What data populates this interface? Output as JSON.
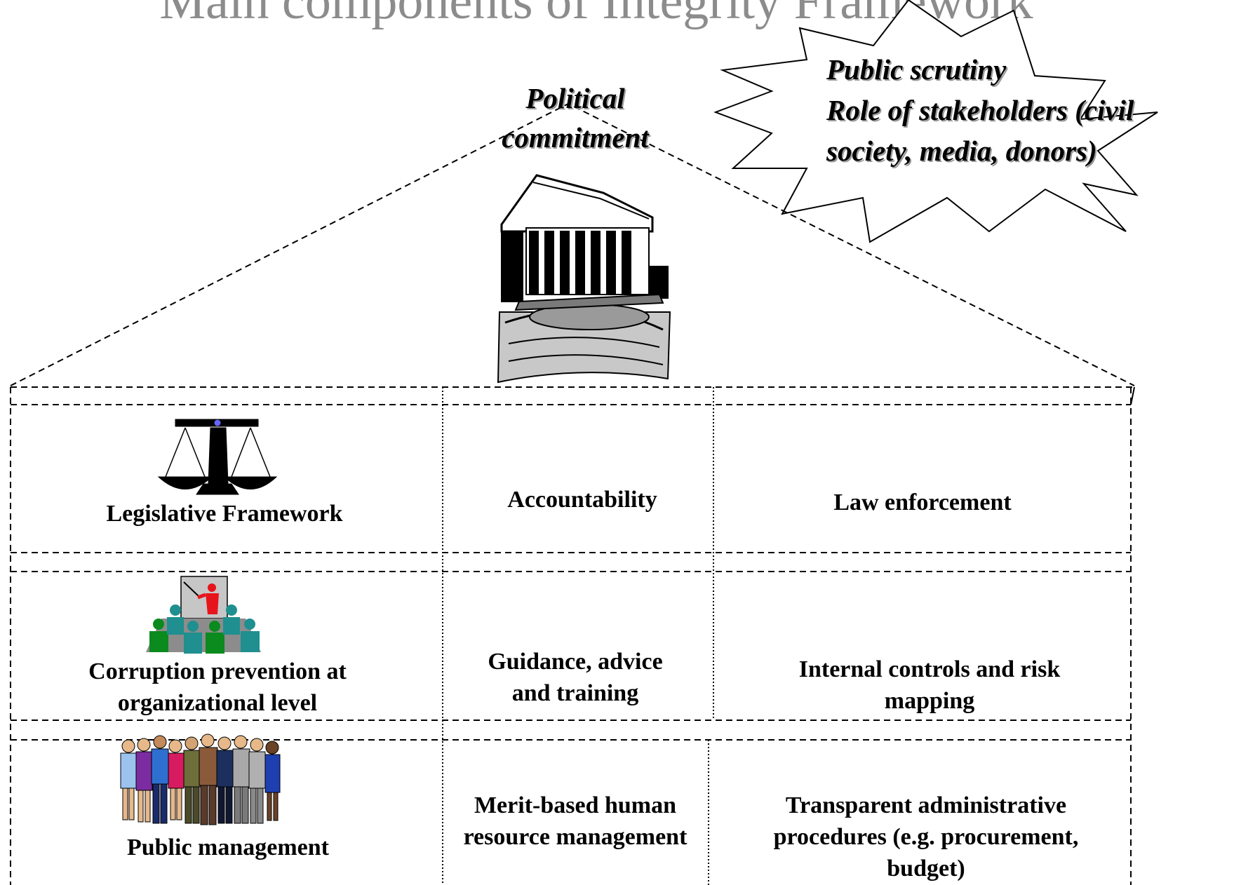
{
  "title": "Main components of Integrity Framework",
  "roof_label": "Political commitment",
  "burst": {
    "lines": [
      "Public scrutiny",
      "Role of stakeholders (civil",
      "society, media, donors)"
    ]
  },
  "rows": [
    {
      "icon": "scales-of-justice-icon",
      "cells": [
        "Legislative Framework",
        "Accountability",
        "Law enforcement"
      ]
    },
    {
      "icon": "training-presentation-icon",
      "cells": [
        "Corruption prevention at organizational level",
        "Guidance, advice and training",
        "Internal controls and risk mapping"
      ]
    },
    {
      "icon": "group-of-people-icon",
      "cells": [
        "Public management",
        "Merit-based human resource management",
        "Transparent administrative procedures (e.g. procurement, budget)"
      ]
    }
  ],
  "building_icon": "courthouse-building-icon",
  "colors": {
    "title": "#8c8c8c",
    "lines": "#000000",
    "presenter": "#e8141c",
    "audience_green": "#0b8a1e",
    "audience_teal": "#1f8f8f"
  }
}
